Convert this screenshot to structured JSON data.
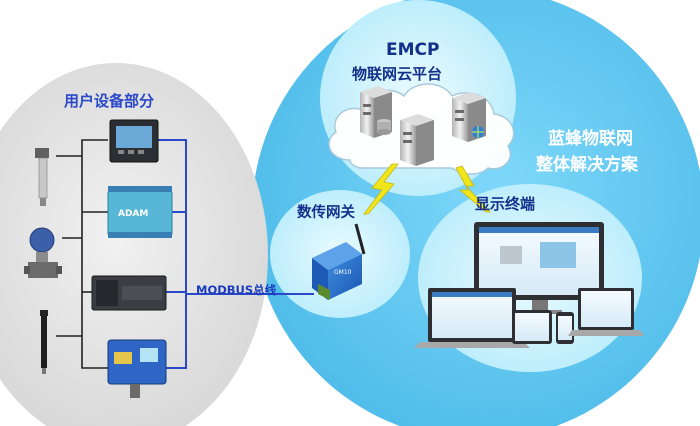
{
  "user_section": {
    "title": "用户设备部分"
  },
  "bus": {
    "label": "MODBUS总线"
  },
  "cloud": {
    "title_line1": "EMCP",
    "title_line2": "物联网云平台"
  },
  "solution": {
    "title_line1": "蓝蜂物联网",
    "title_line2": "整体解决方案"
  },
  "gateway": {
    "label": "数传网关",
    "device_tag": "GM10"
  },
  "display": {
    "label": "显示终端"
  },
  "devices": {
    "adam_module_brand": "ADAM"
  },
  "colors": {
    "big_circle": "#5cc6f2",
    "cloud_area_circle": "#ccf1fc",
    "left_ellipse": "#e0e0e0",
    "bus_line": "#2a48c8",
    "lightning": "#f1e61c",
    "title_blue": "#2a48c8",
    "solution_text": "#ffffff"
  }
}
